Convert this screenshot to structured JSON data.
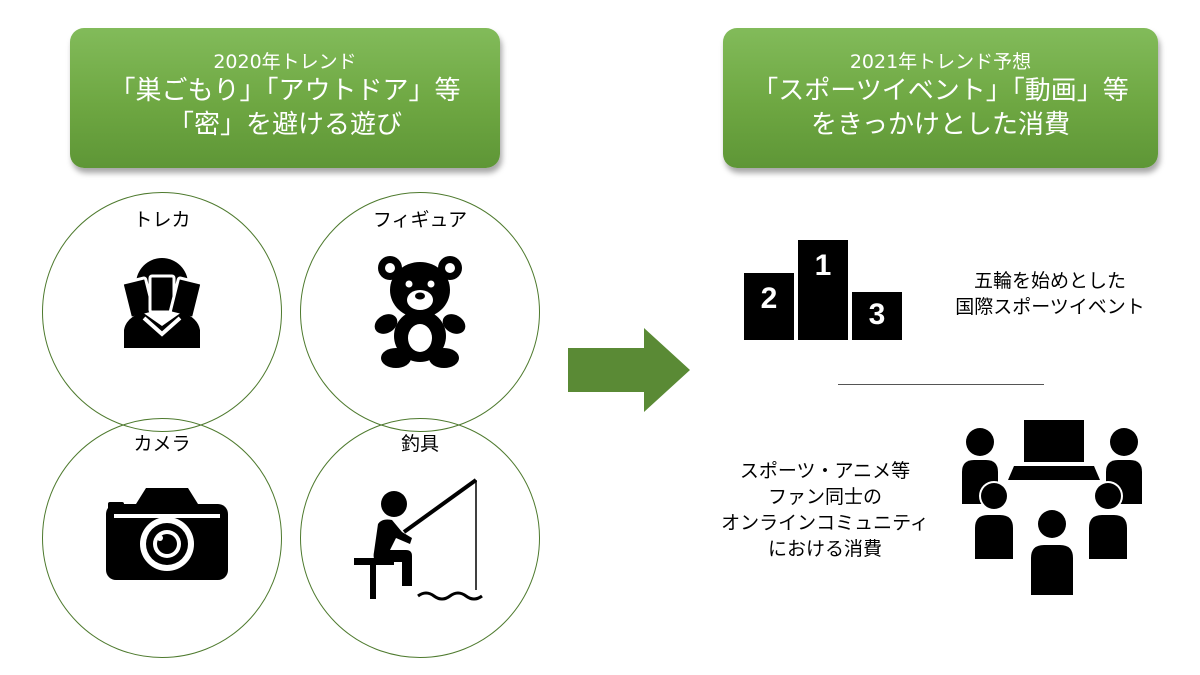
{
  "left_banner": {
    "line1": "2020年トレンド",
    "line2": "「巣ごもり」「アウトドア」等",
    "line3": "「密」を避ける遊び"
  },
  "right_banner": {
    "line1": "2021年トレンド予想",
    "line2": "「スポーツイベント」「動画」等",
    "line3": "をきっかけとした消費"
  },
  "items": [
    {
      "label": "トレカ",
      "icon": "trading-card-icon"
    },
    {
      "label": "フィギュア",
      "icon": "teddy-bear-icon"
    },
    {
      "label": "カメラ",
      "icon": "camera-icon"
    },
    {
      "label": "釣具",
      "icon": "fishing-icon"
    }
  ],
  "podium": {
    "first": "1",
    "second": "2",
    "third": "3"
  },
  "sports": {
    "line1": "五輪を始めとした",
    "line2": "国際スポーツイベント"
  },
  "community": {
    "line1": "スポーツ・アニメ等",
    "line2": "ファン同士の",
    "line3": "オンラインコミュニティ",
    "line4": "における消費"
  },
  "colors": {
    "banner_green": "#6ea742",
    "arrow_green": "#5a8a35",
    "circle_border": "#4e7a2e"
  }
}
